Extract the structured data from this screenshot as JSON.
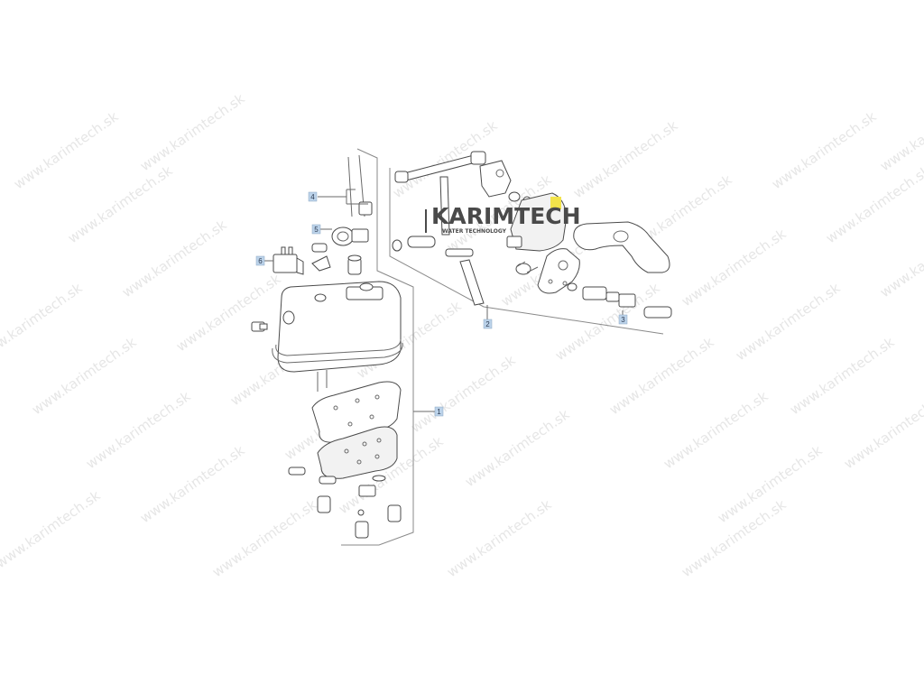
{
  "brand": {
    "logo_text": "KARIMTECH",
    "tagline": "WATER TECHNOLOGY",
    "accent_color": "#f2e34a"
  },
  "watermark": {
    "text": "www.karimtech.sk",
    "color": "#e6e6e6"
  },
  "callouts": [
    {
      "id": "c1",
      "label": "1"
    },
    {
      "id": "c2",
      "label": "2"
    },
    {
      "id": "c3",
      "label": "3"
    },
    {
      "id": "c4",
      "label": "4"
    },
    {
      "id": "c5",
      "label": "5"
    },
    {
      "id": "c6",
      "label": "6"
    }
  ],
  "colors": {
    "callout_box": "#bcd3ea",
    "line_art": "#4a4a4a"
  }
}
